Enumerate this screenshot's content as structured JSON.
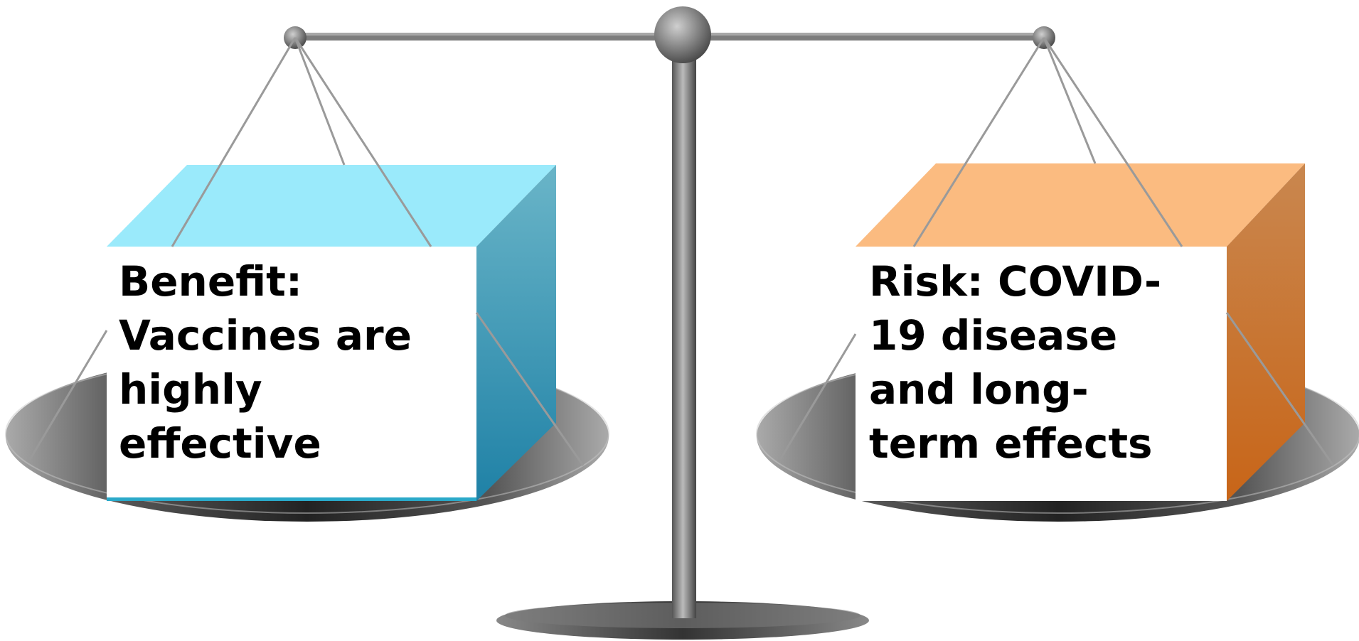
{
  "benefit": {
    "lines": [
      "Benefit:",
      "Vaccines are",
      "highly",
      "effective"
    ],
    "color": "#9aeafb"
  },
  "risk": {
    "lines": [
      "Risk: COVID-",
      "19 disease",
      "and long-",
      "term effects"
    ],
    "color": "#fbbb80"
  }
}
